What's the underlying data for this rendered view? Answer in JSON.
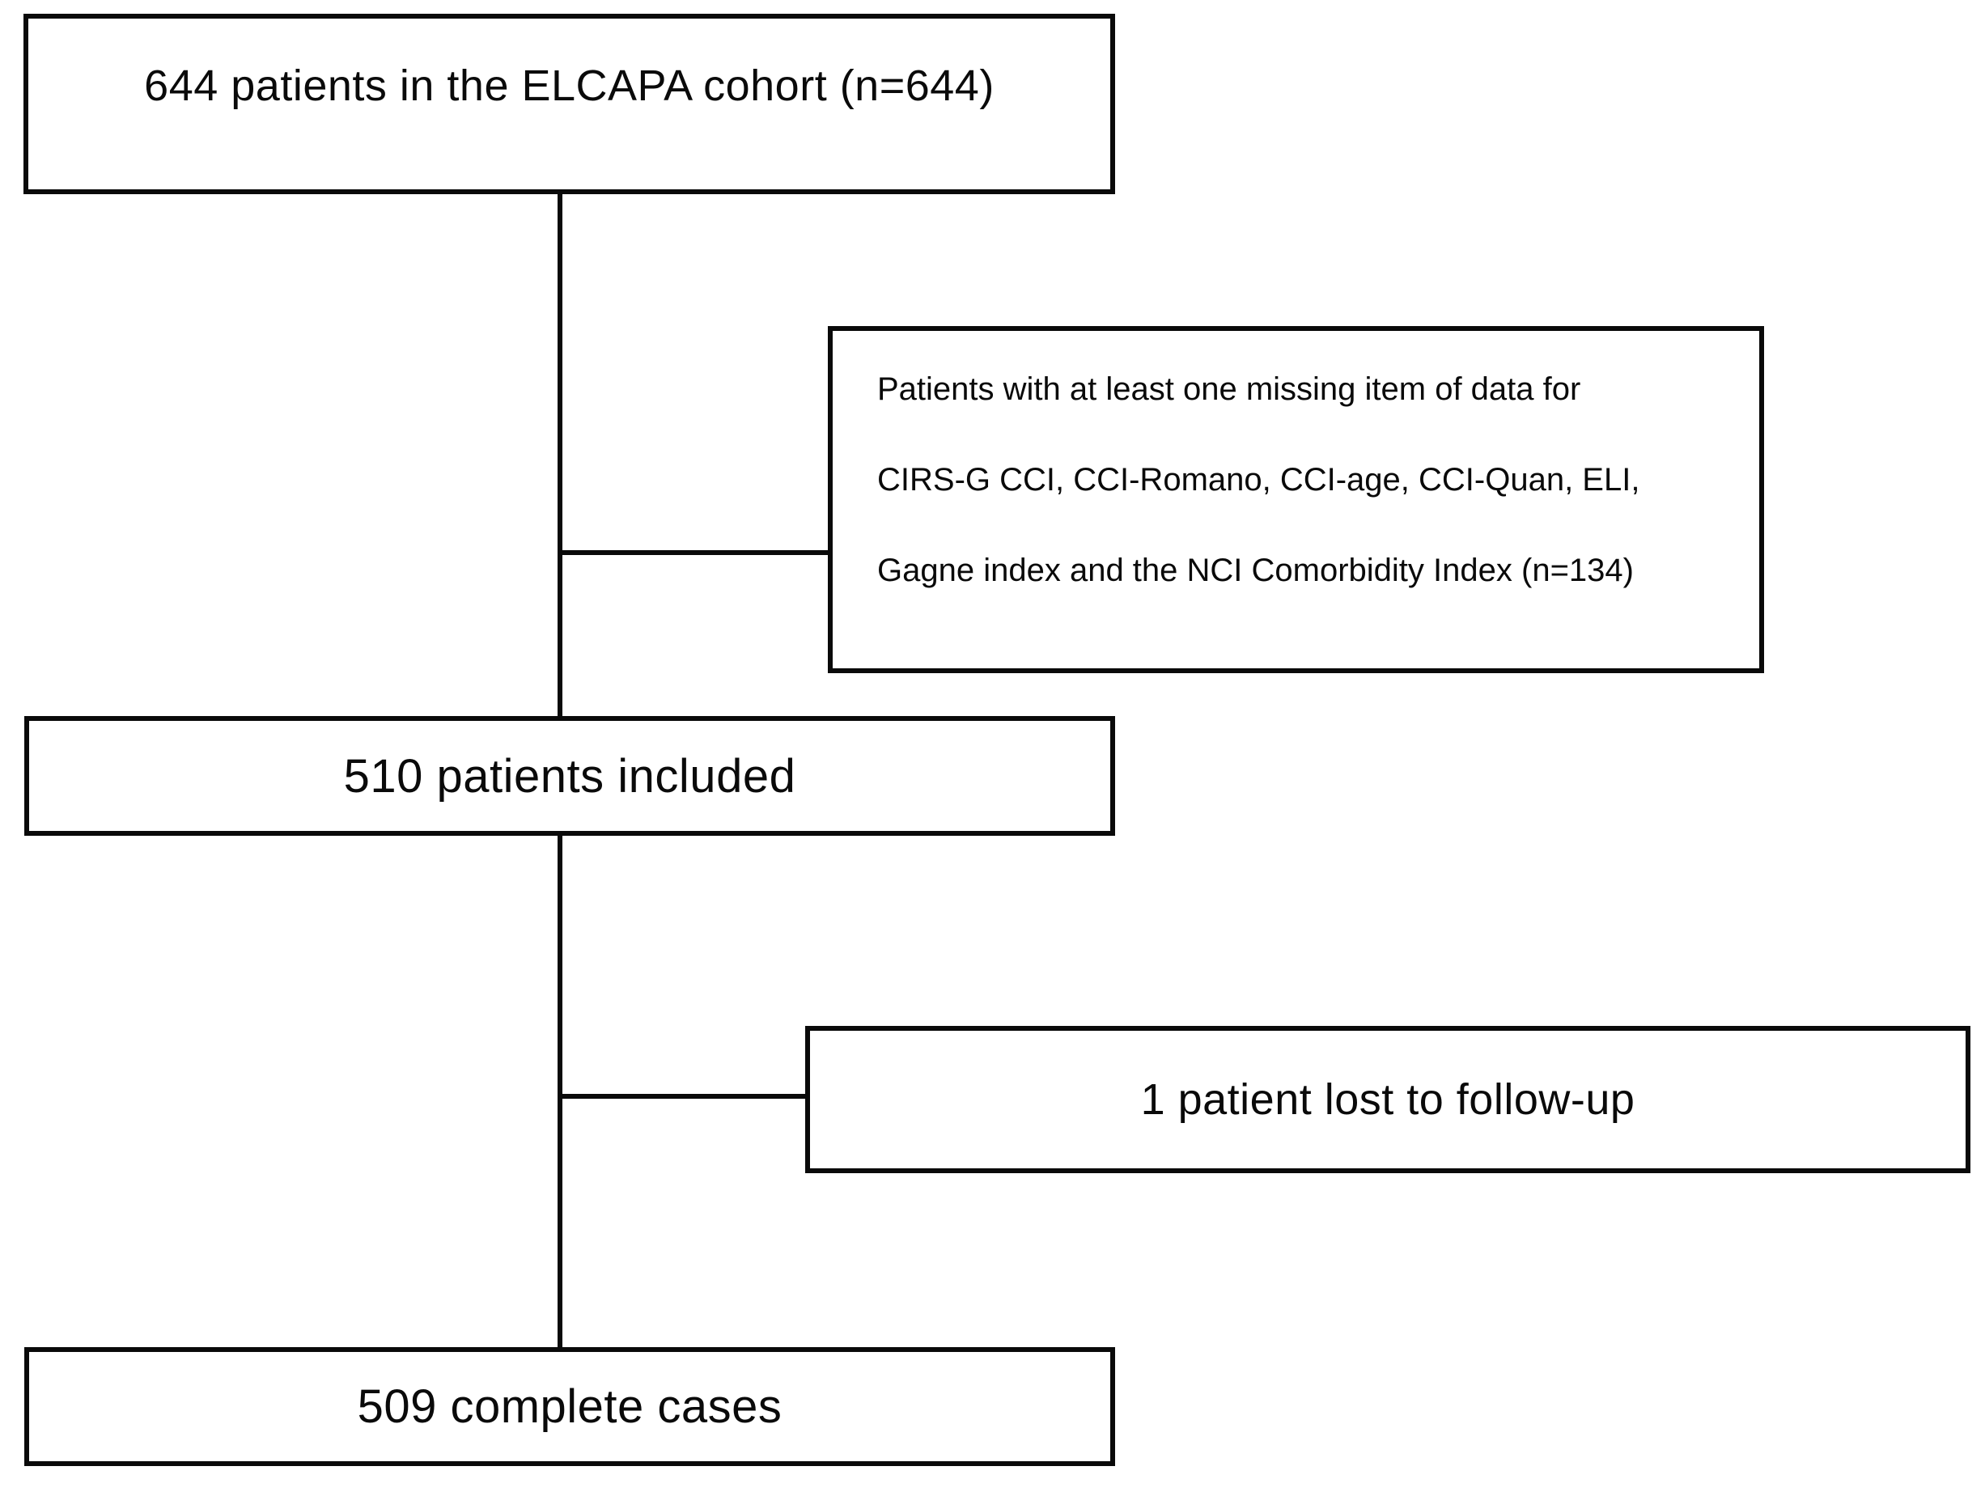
{
  "figure": {
    "colors": {
      "background": "#ffffff",
      "border": "#0a0a0a",
      "text": "#0a0a0a"
    },
    "nodes": {
      "cohort": "644 patients in the ELCAPA cohort (n=644)",
      "excluded_missing": {
        "line1": "Patients with at least one missing item of data for",
        "line2": "CIRS-G CCI, CCI-Romano, CCI-age, CCI-Quan, ELI,",
        "line3": "Gagne index and the NCI Comorbidity Index (n=134)"
      },
      "included": "510 patients included",
      "lost_followup": "1 patient lost to follow-up",
      "complete": "509 complete cases"
    }
  }
}
